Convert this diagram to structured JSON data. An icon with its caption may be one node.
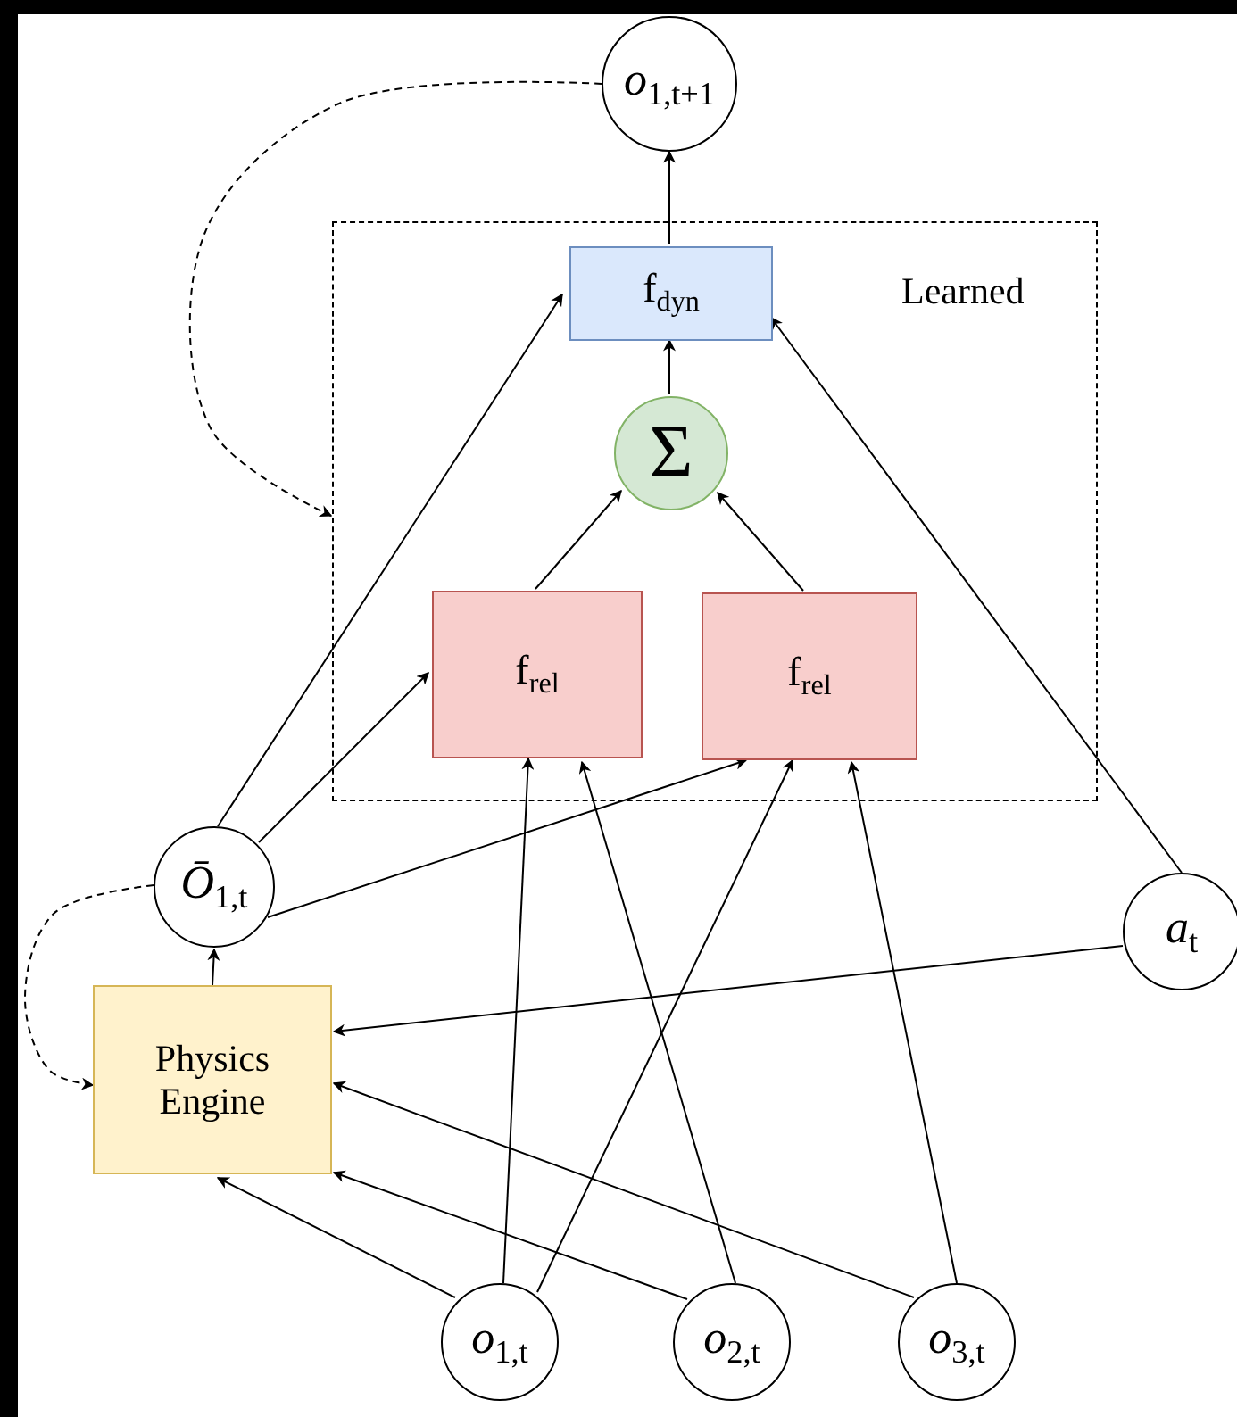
{
  "diagram": {
    "nodes": [
      {
        "text": [
          "*o*$_{1,t+1}$"
        ]
      },
      {
        "text": [
          "Learned"
        ]
      },
      {
        "text": [
          "f$_{dyn}$"
        ],
        "in": 1
      },
      {
        "text": [
          "Σ"
        ],
        "in": 1
      },
      {
        "text": [
          "f$_{rel}$"
        ],
        "in": 1
      },
      {
        "text": [
          "f$_{rel}$"
        ],
        "in": 1
      },
      {
        "text": [
          "*Ō*$_{1,t}$"
        ]
      },
      {
        "text": [
          "*a*$_{t}$"
        ]
      },
      {
        "text": [
          "Physics Engine"
        ]
      },
      {
        "text": [
          "*o*$_{1,t}$"
        ]
      },
      {
        "text": [
          "*o*$_{2,t}$"
        ]
      },
      {
        "text": [
          "*o*$_{3,t}$"
        ]
      }
    ],
    "edges": [
      {
        "from": 2,
        "to": 0,
        "arrow": "to"
      },
      {
        "from": 3,
        "to": 2,
        "arrow": "to"
      },
      {
        "from": 4,
        "to": 3,
        "arrow": "to"
      },
      {
        "from": 5,
        "to": 3,
        "arrow": "to"
      },
      {
        "from": 6,
        "to": 2,
        "arrow": "to"
      },
      {
        "from": 6,
        "to": 4,
        "arrow": "to"
      },
      {
        "from": 6,
        "to": 5,
        "arrow": "to"
      },
      {
        "from": 7,
        "to": 2,
        "arrow": "to"
      },
      {
        "from": 8,
        "to": 6,
        "arrow": "to"
      },
      {
        "from": 7,
        "to": 8,
        "arrow": "to"
      },
      {
        "from": 9,
        "to": 8,
        "arrow": "to"
      },
      {
        "from": 10,
        "to": 8,
        "arrow": "to"
      },
      {
        "from": 11,
        "to": 8,
        "arrow": "to"
      },
      {
        "from": 9,
        "to": 4,
        "arrow": "to"
      },
      {
        "from": 9,
        "to": 5,
        "arrow": "to"
      },
      {
        "from": 10,
        "to": 4,
        "arrow": "to"
      },
      {
        "from": 11,
        "to": 5,
        "arrow": "to"
      },
      {
        "from": 0,
        "to": 1,
        "arrow": "to",
        "style": "dashed"
      },
      {
        "from": 6,
        "to": 8,
        "arrow": "to",
        "style": "dashed"
      }
    ]
  }
}
